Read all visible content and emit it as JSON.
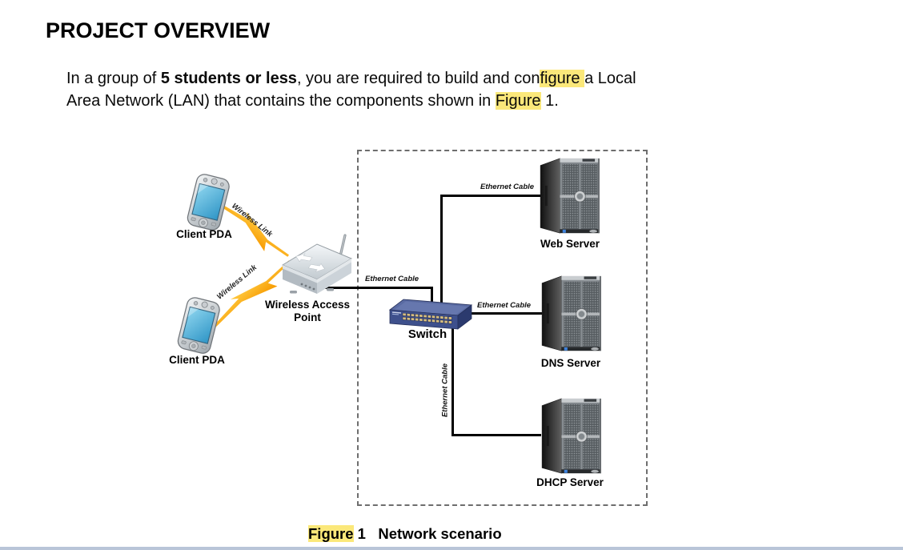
{
  "page": {
    "heading": "PROJECT OVERVIEW",
    "paragraph": {
      "line1": {
        "t1": "In a group of ",
        "t2_bold": "5 students or less",
        "t3": ", you are required to build and con",
        "t4_hl": "figure ",
        "t5": "a Local"
      },
      "line2": {
        "t1": "Area Network (LAN) that contains the components shown in ",
        "t2_hl": "Figure",
        "t3": " 1."
      }
    },
    "caption": {
      "fig_hl": "Figure",
      "fig_num": " 1   ",
      "title": "Network scenario"
    }
  },
  "diagram": {
    "labels": {
      "client_pda_1": "Client PDA",
      "client_pda_2": "Client PDA",
      "wap_line1": "Wireless Access",
      "wap_line2": "Point",
      "switch": "Switch",
      "web_server": "Web Server",
      "dns_server": "DNS Server",
      "dhcp_server": "DHCP Server",
      "wireless_link_1": "Wireless Link",
      "wireless_link_2": "Wireless Link",
      "eth_wap_switch": "Ethernet Cable",
      "eth_web": "Ethernet Cable",
      "eth_dns": "Ethernet Cable",
      "eth_dhcp": "Ethernet Cable"
    },
    "icons": {
      "client_pda": "pda-icon",
      "wireless_access_point": "wireless-access-point-icon",
      "switch": "network-switch-icon",
      "server": "tower-server-icon",
      "wireless_link": "lightning-bolt-icon"
    },
    "colors": {
      "highlight_yellow": "#FBE87A",
      "bolt_orange": "#F79A00",
      "bolt_yellow": "#FFC93F",
      "switch_navy": "#3E508C",
      "cable_black": "#000000",
      "dashed_border_gray": "#6E6E6E",
      "pda_screen_blue": "#2F95C6",
      "bottom_bar_blue": "#B9C5D8"
    }
  }
}
